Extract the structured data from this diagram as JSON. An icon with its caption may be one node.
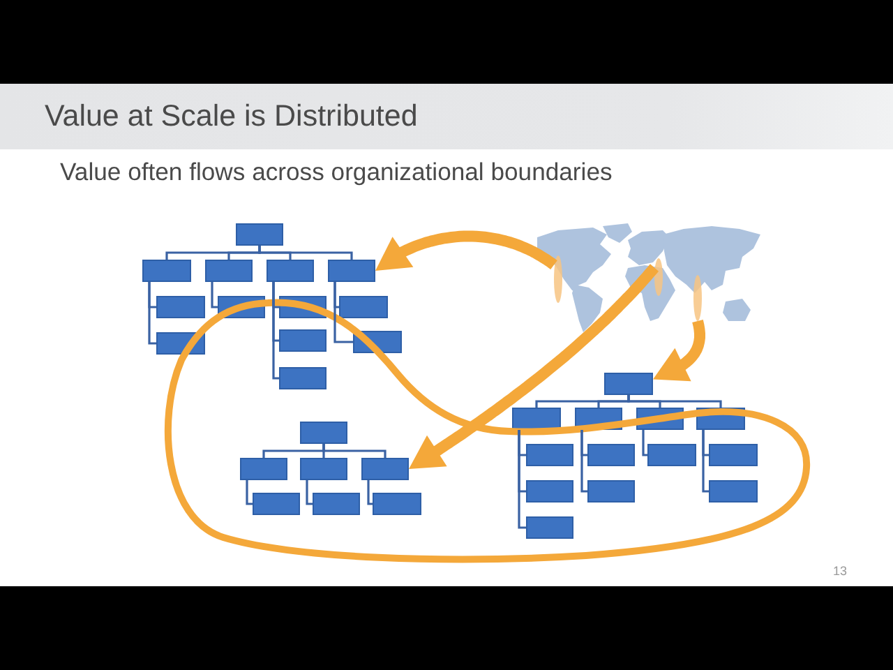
{
  "diagram": {
    "title": "Value at Scale is Distributed",
    "nodes": [
      {
        "text": [],
        "shape": "box"
      },
      {
        "text": [],
        "shape": "box"
      },
      {
        "text": [],
        "shape": "box"
      },
      {
        "text": [],
        "shape": "box"
      },
      {
        "text": [],
        "shape": "box"
      },
      {
        "text": [],
        "shape": "box"
      },
      {
        "text": [],
        "shape": "box"
      },
      {
        "text": [],
        "shape": "box"
      },
      {
        "text": [],
        "shape": "box"
      },
      {
        "text": [],
        "shape": "box"
      },
      {
        "text": [],
        "shape": "box"
      },
      {
        "text": [],
        "shape": "box"
      },
      {
        "text": [],
        "shape": "box"
      },
      {
        "text": [],
        "shape": "picture"
      },
      {
        "text": [],
        "shape": "ellipse",
        "in": 13
      },
      {
        "text": [],
        "shape": "ellipse",
        "in": 13
      },
      {
        "text": [],
        "shape": "ellipse",
        "in": 13
      },
      {
        "text": [],
        "shape": "box"
      },
      {
        "text": [],
        "shape": "box"
      },
      {
        "text": [],
        "shape": "box"
      },
      {
        "text": [],
        "shape": "box"
      },
      {
        "text": [],
        "shape": "box"
      },
      {
        "text": [],
        "shape": "box"
      },
      {
        "text": [],
        "shape": "box"
      },
      {
        "text": [],
        "shape": "box"
      },
      {
        "text": [],
        "shape": "box"
      },
      {
        "text": [],
        "shape": "box"
      },
      {
        "text": [],
        "shape": "box"
      },
      {
        "text": [],
        "shape": "box"
      },
      {
        "text": [],
        "shape": "box"
      },
      {
        "text": [],
        "shape": "box"
      },
      {
        "text": [],
        "shape": "box"
      },
      {
        "text": [],
        "shape": "box"
      },
      {
        "text": [],
        "shape": "box"
      },
      {
        "text": [],
        "shape": "box"
      },
      {
        "text": [],
        "shape": "box"
      },
      {
        "text": [],
        "shape": "box"
      }
    ],
    "edges": [
      {
        "from": 0,
        "to": 1,
        "arrow": "none"
      },
      {
        "from": 0,
        "to": 2,
        "arrow": "none"
      },
      {
        "from": 0,
        "to": 3,
        "arrow": "none"
      },
      {
        "from": 0,
        "to": 4,
        "arrow": "none"
      },
      {
        "from": 1,
        "to": 5,
        "arrow": "none"
      },
      {
        "from": 1,
        "to": 6,
        "arrow": "none"
      },
      {
        "from": 2,
        "to": 7,
        "arrow": "none"
      },
      {
        "from": 3,
        "to": 8,
        "arrow": "none"
      },
      {
        "from": 3,
        "to": 9,
        "arrow": "none"
      },
      {
        "from": 3,
        "to": 10,
        "arrow": "none"
      },
      {
        "from": 4,
        "to": 11,
        "arrow": "none"
      },
      {
        "from": 4,
        "to": 12,
        "arrow": "none"
      },
      {
        "from": 14,
        "to": 4,
        "arrow": "to",
        "style": "thick",
        "color": "#f4a83a"
      },
      {
        "from": 15,
        "to": 20,
        "arrow": "to",
        "style": "thick",
        "color": "#f4a83a"
      },
      {
        "from": 16,
        "to": 24,
        "arrow": "to",
        "style": "thick",
        "color": "#f4a83a"
      },
      {
        "from": 17,
        "to": 18,
        "arrow": "none"
      },
      {
        "from": 17,
        "to": 19,
        "arrow": "none"
      },
      {
        "from": 17,
        "to": 20,
        "arrow": "none"
      },
      {
        "from": 18,
        "to": 21,
        "arrow": "none"
      },
      {
        "from": 19,
        "to": 22,
        "arrow": "none"
      },
      {
        "from": 20,
        "to": 23,
        "arrow": "none"
      },
      {
        "from": 24,
        "to": 25,
        "arrow": "none"
      },
      {
        "from": 24,
        "to": 26,
        "arrow": "none"
      },
      {
        "from": 24,
        "to": 27,
        "arrow": "none"
      },
      {
        "from": 24,
        "to": 28,
        "arrow": "none"
      },
      {
        "from": 25,
        "to": 29,
        "arrow": "none"
      },
      {
        "from": 25,
        "to": 30,
        "arrow": "none"
      },
      {
        "from": 25,
        "to": 31,
        "arrow": "none"
      },
      {
        "from": 26,
        "to": 32,
        "arrow": "none"
      },
      {
        "from": 26,
        "to": 33,
        "arrow": "none"
      },
      {
        "from": 27,
        "to": 34,
        "arrow": "none"
      },
      {
        "from": 28,
        "to": 35,
        "arrow": "none"
      },
      {
        "from": 28,
        "to": 36,
        "arrow": "none"
      }
    ],
    "labels": [
      "Value often flows across organizational boundaries",
      "13"
    ]
  }
}
